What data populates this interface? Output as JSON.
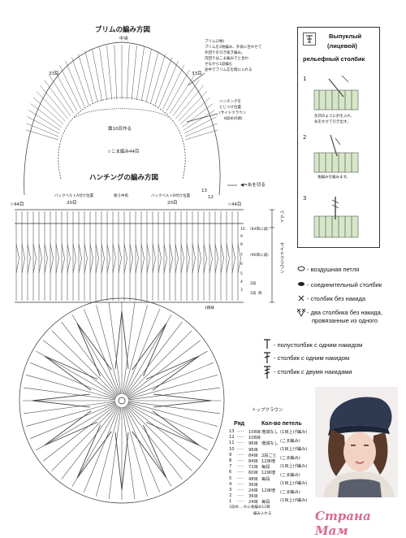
{
  "brim": {
    "title": "ブリムの編み方図",
    "center_label": "中央",
    "rounds_left": "33目",
    "rounds_right": "33目",
    "chain_label": "鎖10目作る",
    "sc_label": "☆こま編み44目",
    "notes": [
      "ブリム(2枚)",
      "ブリムを2枚編み、外表に合わせて",
      "外回りを引き抜き編み。",
      "内回りはこま編みでと合わ",
      "せながら1段編む",
      "途中でブリム芯を間に入れる"
    ],
    "hunting_note": [
      "ハンチングを",
      "とじつけ位置",
      "(サイドクラウン",
      "8段めの頭)"
    ],
    "cut_label": "◀=糸を切る",
    "num_13": "13",
    "num_12": "12"
  },
  "hunting": {
    "title": "ハンチングの編み方図",
    "star_left": "☆44目",
    "star_right": "☆44目",
    "stitch_20_left": "20目",
    "stitch_20_right": "20目",
    "back_belt_a": "バックベルトA付け位置",
    "back_center": "後ろ中央",
    "back_belt_b": "バックベルトB付け位置",
    "belt_label": "ベルト",
    "side_crown_label": "サイドクラウン",
    "count_84": "(84目に減)",
    "count_96": "(96目に減)",
    "row_2": "2段",
    "row_1": "1段",
    "row_tail": "目",
    "first_round": "1模様",
    "row_numbers": [
      "10",
      "9",
      "8",
      "7",
      "6",
      "5",
      "4",
      "3"
    ]
  },
  "instructions": {
    "title_lines": [
      "Выпуклый",
      "(лицевой)",
      "рельефный столбик"
    ],
    "step1": [
      "矢印のように針を入れ、",
      "糸をかけて引き出す。"
    ],
    "step2": "長編みを編みます。"
  },
  "legend": [
    {
      "icon": "chain-oval-icon",
      "text": "- воздушная петля"
    },
    {
      "icon": "slip-stitch-icon",
      "text": "- соединительный столбик"
    },
    {
      "icon": "single-crochet-icon",
      "text": "- столбик без накида"
    },
    {
      "icon": "sc-increase-icon",
      "text": "- два столбика без накида,"
    },
    {
      "icon": "",
      "text": "провязанные  из одного"
    }
  ],
  "legend2": [
    {
      "icon": "half-double-icon",
      "text": "- полустолбик с одним накидом"
    },
    {
      "icon": "double-crochet-icon",
      "text": "- столбик с одним накидом"
    },
    {
      "icon": "treble-crochet-icon",
      "text": "- столбик с двумя накидами"
    }
  ],
  "top_crown": {
    "title": "トップクラウン",
    "col_row": "Ряд",
    "col_count": "Кол-во петель",
    "rows": [
      {
        "row": "13",
        "count": "108目",
        "note": "増減なし"
      },
      {
        "row": "12",
        "count": "108目",
        "note": ""
      },
      {
        "row": "11",
        "count": "96目",
        "note": "増減なし"
      },
      {
        "row": "10",
        "count": "96目",
        "note": ""
      },
      {
        "row": "9",
        "count": "84目",
        "note": "2段ごと"
      },
      {
        "row": "8",
        "count": "84目",
        "note": "12目増"
      },
      {
        "row": "7",
        "count": "72目",
        "note": "毎段"
      },
      {
        "row": "6",
        "count": "60目",
        "note": "12目増"
      },
      {
        "row": "5",
        "count": "48目",
        "note": "毎段"
      },
      {
        "row": "4",
        "count": "36目",
        "note": ""
      },
      {
        "row": "3",
        "count": "24目",
        "note": "12目増"
      },
      {
        "row": "2",
        "count": "36目",
        "note": ""
      },
      {
        "row": "1",
        "count": "24目",
        "note": "毎段"
      }
    ],
    "side_notes": [
      "(1目上げ編み)",
      "(こま編み)",
      "(1目上げ編み)",
      "(こま編み)",
      "(1目上げ編み)",
      "(こま編み)",
      "(1目上げ編み)",
      "(こま編み)",
      "(1目上げ編み)"
    ],
    "last_line": "1段め‥‥わに長編み12目",
    "last_line2": "編み入れる"
  },
  "watermark": "Страна Мам"
}
